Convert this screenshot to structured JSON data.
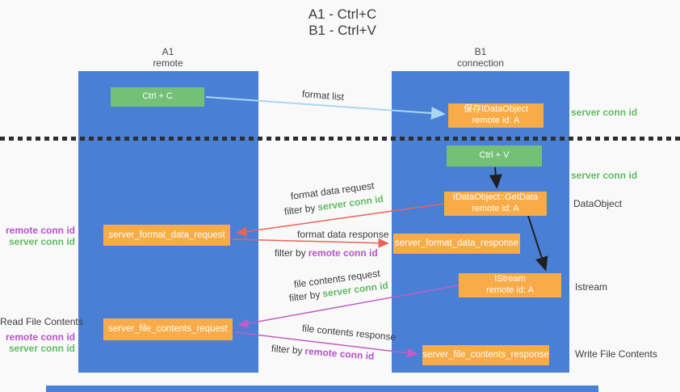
{
  "title": {
    "line1": "A1 - Ctrl+C",
    "line2": "B1 - Ctrl+V"
  },
  "columns": {
    "left": {
      "name": "A1",
      "subtitle": "remote"
    },
    "right": {
      "name": "B1",
      "subtitle": "connection"
    }
  },
  "nodes": {
    "ctrl_c": {
      "label": "Ctrl + C"
    },
    "ctrl_v": {
      "label": "Ctrl + V"
    },
    "save_idataobject": {
      "line1": "保存IDataObject",
      "line2": "remote id: A"
    },
    "idataobject_getdata": {
      "line1": "IDataObject::GetData",
      "line2": "remote id: A"
    },
    "istream": {
      "line1": "IStream",
      "line2": "remote id: A"
    },
    "server_format_data_request": {
      "label": "server_format_data_request"
    },
    "server_format_data_response": {
      "label": "server_format_data_response"
    },
    "server_file_contents_request": {
      "label": "server_file_contents_request"
    },
    "server_file_contents_response": {
      "label": "server_file_contents_response"
    }
  },
  "arrows": {
    "format_list": {
      "label": "format list"
    },
    "format_data_request": {
      "label": "format data request",
      "filter_prefix": "filter by",
      "filter_key": "server conn id"
    },
    "format_data_response": {
      "label": "format data response",
      "filter_prefix": "filter by",
      "filter_key": "remote conn id"
    },
    "file_contents_request": {
      "label": "file contents request",
      "filter_prefix": "filter by",
      "filter_key": "server conn id"
    },
    "file_contents_response": {
      "label": "file contents response",
      "filter_prefix": "filter by",
      "filter_key": "remote conn id"
    }
  },
  "annotations": {
    "server_conn_id_top": "server conn id",
    "server_conn_id_mid": "server conn id",
    "dataobject": "DataObject",
    "istream": "Istream",
    "write_file_contents": "Write File Contents",
    "read_file_contents": "Read File Contents",
    "ids_format": {
      "remote": "remote conn id",
      "server": "server conn id"
    },
    "ids_file": {
      "remote": "remote conn id",
      "server": "server conn id"
    }
  },
  "colors": {
    "column_blue": "#4a7fd6",
    "button_green": "#73c176",
    "box_orange": "#f8ab46",
    "arrow_light_blue": "#a8d8f2",
    "arrow_red": "#e86458",
    "arrow_magenta": "#c35cc3",
    "text_green": "#5fbb63",
    "text_purple": "#b454c8"
  }
}
